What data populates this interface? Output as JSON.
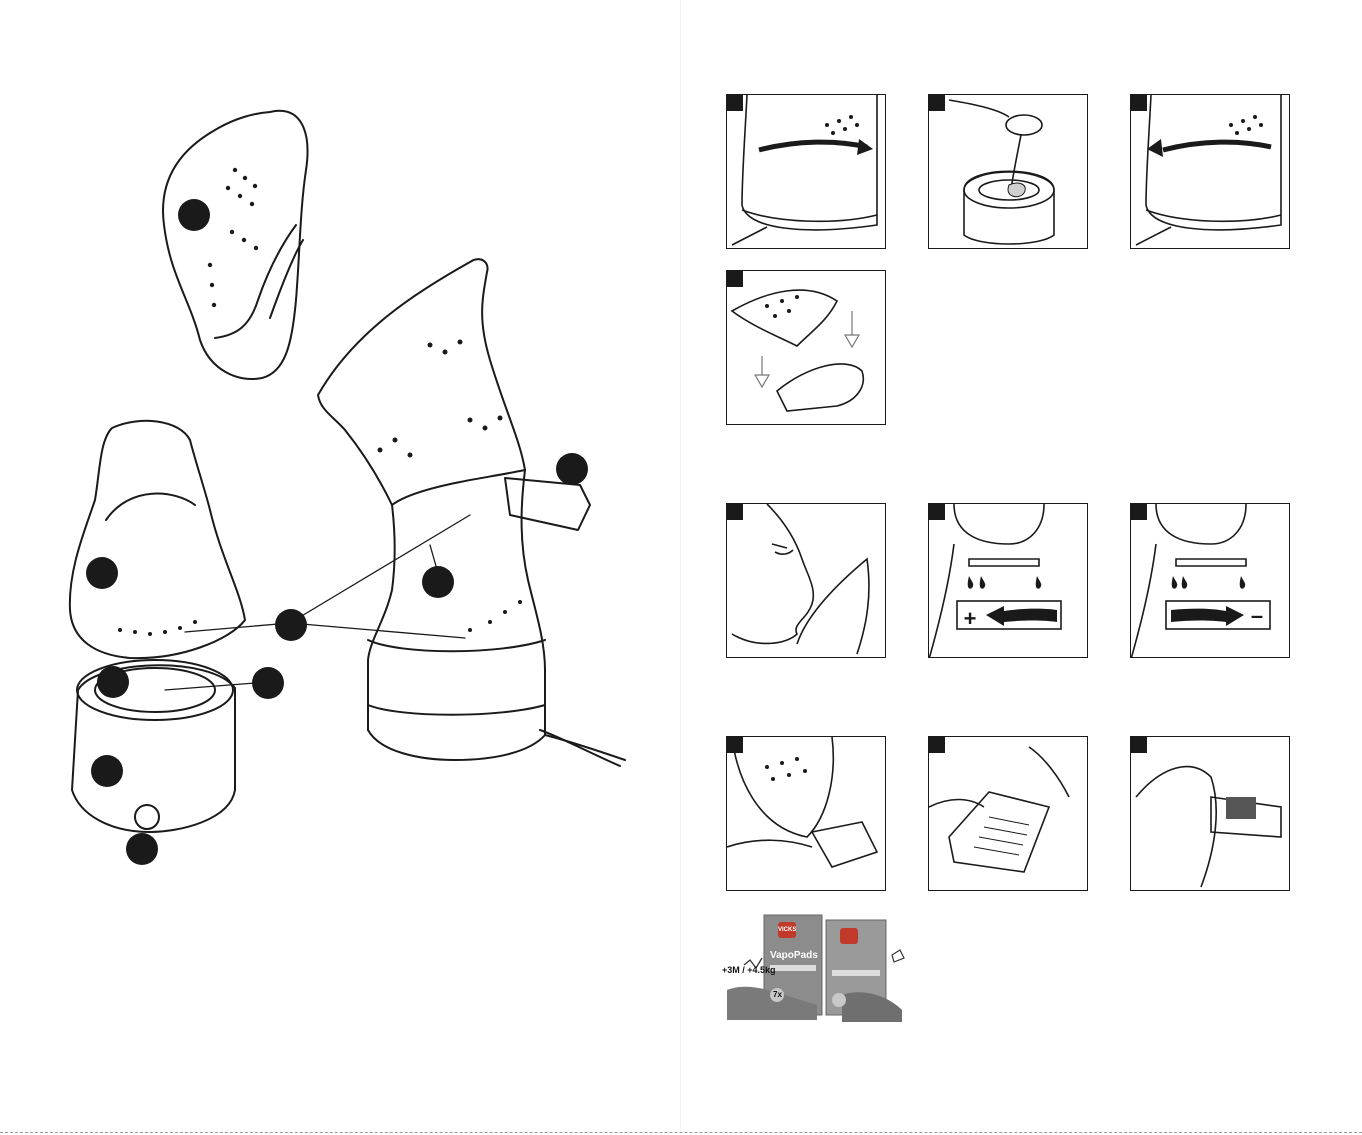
{
  "document": {
    "page_left": "Product diagram: steam inhaler parts",
    "page_right": "Usage instruction panels"
  },
  "parts": {
    "callouts": [
      "",
      "",
      "",
      "",
      "",
      "",
      "",
      ""
    ]
  },
  "instructions": {
    "rows": [
      [
        "rotate-mask-on",
        "add-water-spoon",
        "rotate-mask-off"
      ],
      [
        "attach-mask-diagonal"
      ],
      [
        "inhale-face",
        "adjust-plus",
        "adjust-minus"
      ],
      [
        "insert-pad",
        "open-sachet",
        "place-pad"
      ]
    ],
    "adjust_plus_symbol": "+",
    "adjust_minus_symbol": "–"
  },
  "packs": {
    "age_weight_label": "+3M / +4.5kg",
    "brand_logo_text": "VICKS",
    "product_name": "VapoPads",
    "badge_text": "7x"
  },
  "colors": {
    "ink": "#1a1a1a",
    "pack_grey": "#8c8c8c",
    "badge_red": "#c0392b"
  }
}
